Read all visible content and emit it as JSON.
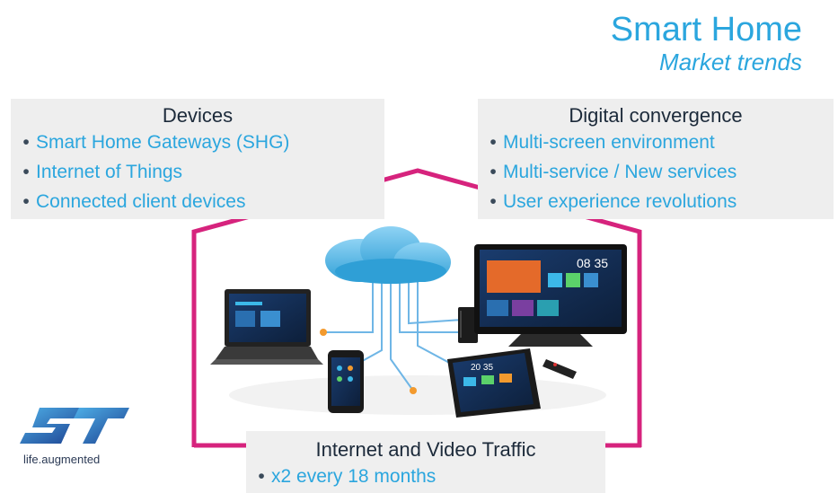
{
  "header": {
    "title": "Smart Home",
    "subtitle": "Market trends"
  },
  "devices": {
    "heading": "Devices",
    "items": [
      {
        "label": "Smart Home Gateways (SHG)"
      },
      {
        "label": "Internet of Things"
      },
      {
        "label": "Connected client devices"
      }
    ]
  },
  "convergence": {
    "heading": "Digital convergence",
    "items": [
      {
        "label": "Multi-screen environment"
      },
      {
        "label": "Multi-service / New services"
      },
      {
        "label": "User experience revolutions"
      }
    ]
  },
  "traffic": {
    "heading": "Internet and Video Traffic",
    "items": [
      {
        "label": "x2 every 18 months"
      }
    ]
  },
  "scene": {
    "tv_clock": "08 35",
    "tablet_clock": "20 35"
  },
  "logo": {
    "tagline": "life.augmented"
  },
  "colors": {
    "accent": "#2ba6de",
    "house_outline": "#d6237d",
    "panel_bg": "#eeeeee"
  }
}
